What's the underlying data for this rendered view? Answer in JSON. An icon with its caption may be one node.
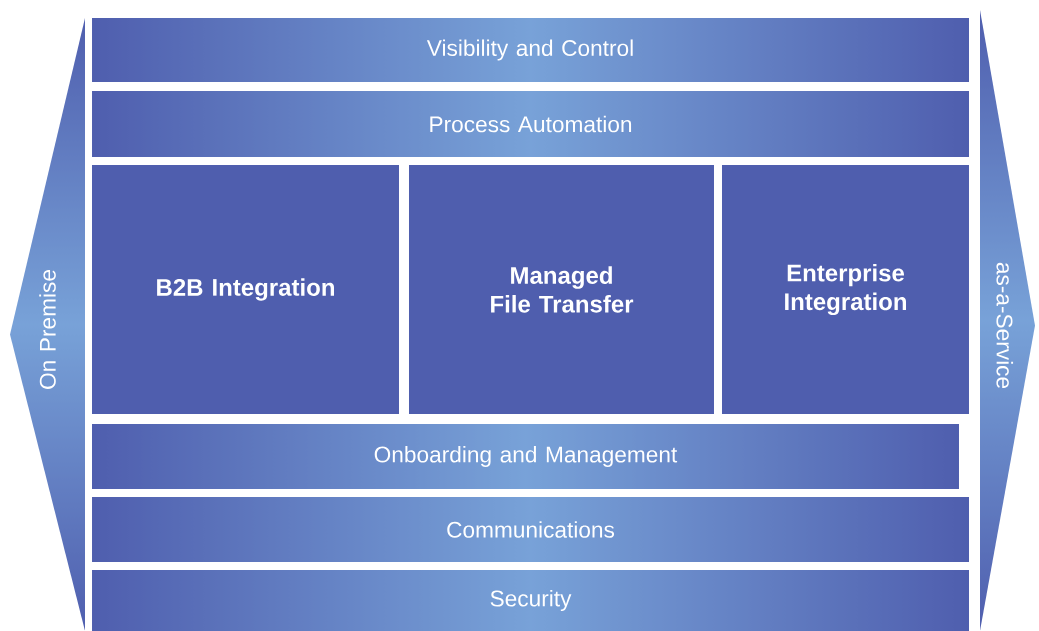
{
  "diagram": {
    "nodes": [
      {
        "text": [
          "Visibility and Control"
        ]
      },
      {
        "text": [
          "Process Automation"
        ]
      },
      {
        "text": [
          "B2B Integration"
        ]
      },
      {
        "text": [
          "Managed File Transfer"
        ]
      },
      {
        "text": [
          "Enterprise Integration"
        ]
      },
      {
        "text": [
          "Onboarding and Management"
        ]
      },
      {
        "text": [
          "Communications"
        ]
      },
      {
        "text": [
          "Security"
        ]
      },
      {
        "text": [
          "On Premise"
        ]
      },
      {
        "text": [
          "as-a-Service"
        ]
      }
    ]
  }
}
